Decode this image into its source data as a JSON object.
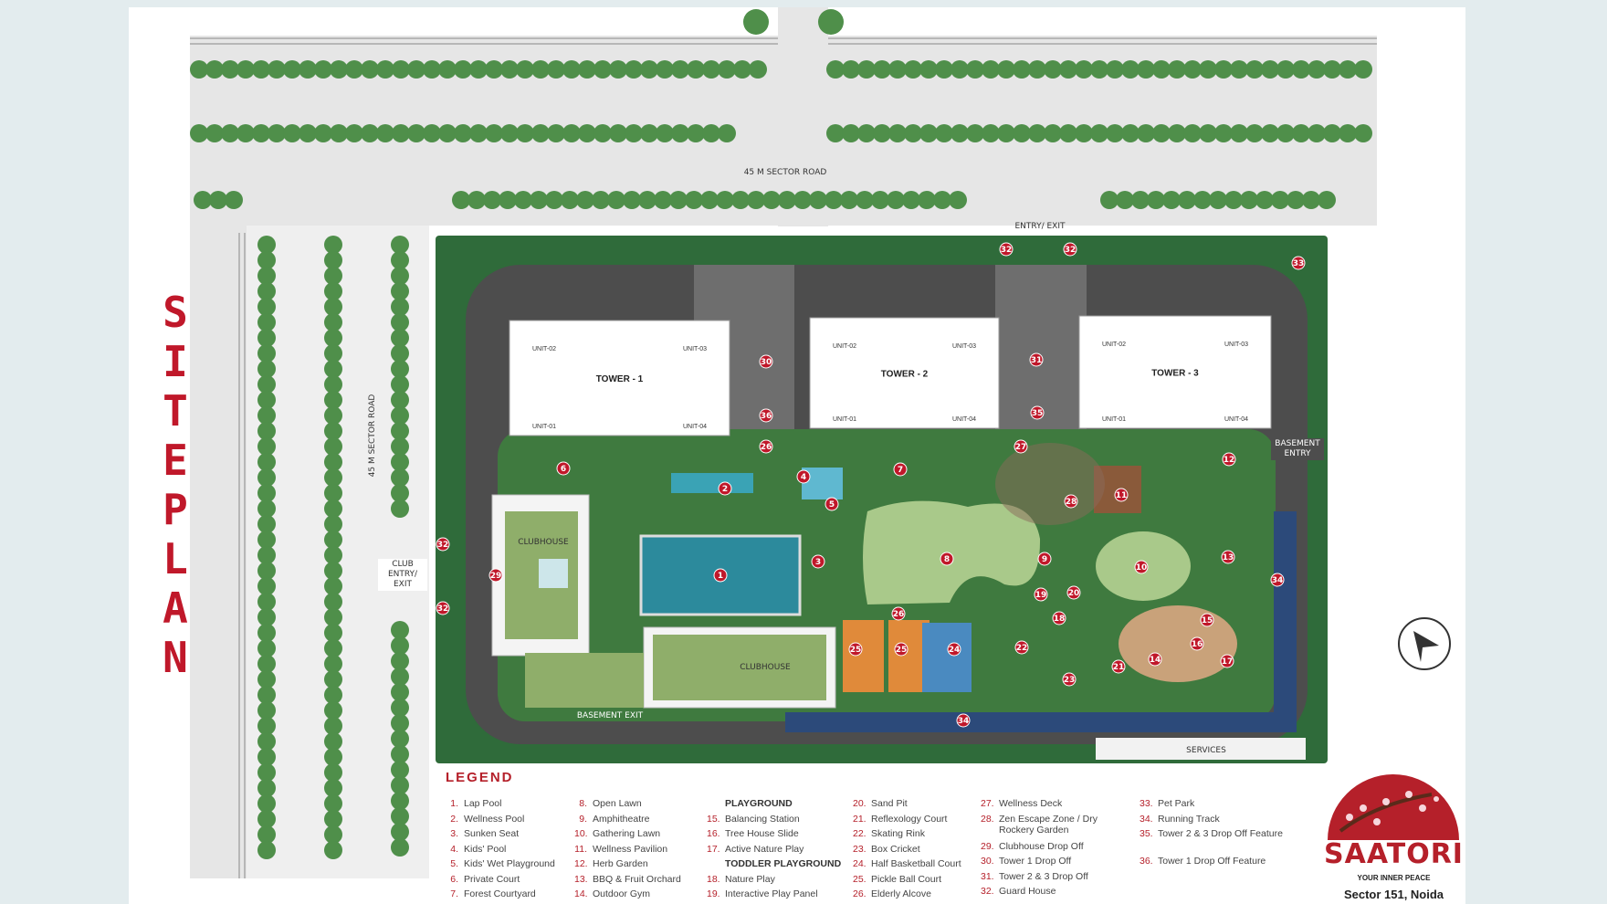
{
  "title": "SITE PLAN",
  "labels": {
    "top_road": "45 M SECTOR ROAD",
    "side_road": "45 M SECTOR ROAD",
    "entry_exit": "ENTRY/ EXIT",
    "basement_entry": "BASEMENT ENTRY",
    "club_entry_exit": "CLUB ENTRY/ EXIT",
    "basement_exit": "BASEMENT EXIT",
    "services": "SERVICES",
    "clubhouse_left": "CLUBHOUSE",
    "clubhouse_bottom": "CLUBHOUSE"
  },
  "towers": [
    {
      "name": "TOWER - 1",
      "units": [
        "UNIT-02",
        "UNIT-03",
        "UNIT-01",
        "UNIT-04"
      ]
    },
    {
      "name": "TOWER - 2",
      "units": [
        "UNIT-02",
        "UNIT-03",
        "UNIT-01",
        "UNIT-04"
      ]
    },
    {
      "name": "TOWER - 3",
      "units": [
        "UNIT-02",
        "UNIT-03",
        "UNIT-01",
        "UNIT-04"
      ]
    }
  ],
  "markers": [
    "1",
    "2",
    "3",
    "4",
    "5",
    "6",
    "7",
    "8",
    "9",
    "10",
    "11",
    "12",
    "13",
    "14",
    "15",
    "16",
    "17",
    "18",
    "19",
    "20",
    "21",
    "22",
    "23",
    "24",
    "25",
    "25",
    "26",
    "26",
    "27",
    "28",
    "29",
    "30",
    "31",
    "32",
    "32",
    "32",
    "32",
    "33",
    "34",
    "34",
    "35",
    "36"
  ],
  "legend": {
    "title": "LEGEND",
    "col1": [
      [
        "1.",
        "Lap Pool"
      ],
      [
        "2.",
        "Wellness Pool"
      ],
      [
        "3.",
        "Sunken Seat"
      ],
      [
        "4.",
        "Kids' Pool"
      ],
      [
        "5.",
        "Kids' Wet Playground"
      ],
      [
        "6.",
        "Private Court"
      ],
      [
        "7.",
        "Forest Courtyard"
      ]
    ],
    "col2": [
      [
        "8.",
        "Open Lawn"
      ],
      [
        "9.",
        "Amphitheatre"
      ],
      [
        "10.",
        "Gathering Lawn"
      ],
      [
        "11.",
        "Wellness Pavilion"
      ],
      [
        "12.",
        "Herb Garden"
      ],
      [
        "13.",
        "BBQ & Fruit Orchard"
      ],
      [
        "14.",
        "Outdoor Gym"
      ]
    ],
    "playground_heading": "PLAYGROUND",
    "col3a": [
      [
        "15.",
        "Balancing Station"
      ],
      [
        "16.",
        "Tree House Slide"
      ],
      [
        "17.",
        "Active Nature Play"
      ]
    ],
    "toddler_heading": "TODDLER PLAYGROUND",
    "col3b": [
      [
        "18.",
        "Nature Play"
      ],
      [
        "19.",
        "Interactive Play Panel"
      ]
    ],
    "col4": [
      [
        "20.",
        "Sand Pit"
      ],
      [
        "21.",
        "Reflexology Court"
      ],
      [
        "22.",
        "Skating Rink"
      ],
      [
        "23.",
        "Box Cricket"
      ],
      [
        "24.",
        "Half Basketball Court"
      ],
      [
        "25.",
        "Pickle Ball Court"
      ],
      [
        "26.",
        "Elderly Alcove"
      ]
    ],
    "col5": [
      [
        "27.",
        "Wellness Deck"
      ],
      [
        "28.",
        "Zen Escape Zone / Dry Rockery Garden"
      ],
      [
        "29.",
        "Clubhouse Drop Off"
      ],
      [
        "30.",
        "Tower 1 Drop Off"
      ],
      [
        "31.",
        "Tower 2 & 3 Drop Off"
      ],
      [
        "32.",
        "Guard House"
      ]
    ],
    "col6": [
      [
        "33.",
        "Pet Park"
      ],
      [
        "34.",
        "Running Track"
      ],
      [
        "35.",
        "Tower 2 & 3 Drop Off Feature"
      ],
      [
        "36.",
        "Tower 1 Drop Off Feature"
      ]
    ]
  },
  "logo": {
    "brand": "SAATORI",
    "tagline": "YOUR INNER PEACE",
    "location": "Sector 151, Noida"
  },
  "colors": {
    "accent": "#b5202a",
    "tree": "#4f8f4a",
    "lawn": "#a9c98a",
    "pool": "#2c8a9c",
    "road": "#5a5a5a",
    "background": "#e3ecee"
  }
}
